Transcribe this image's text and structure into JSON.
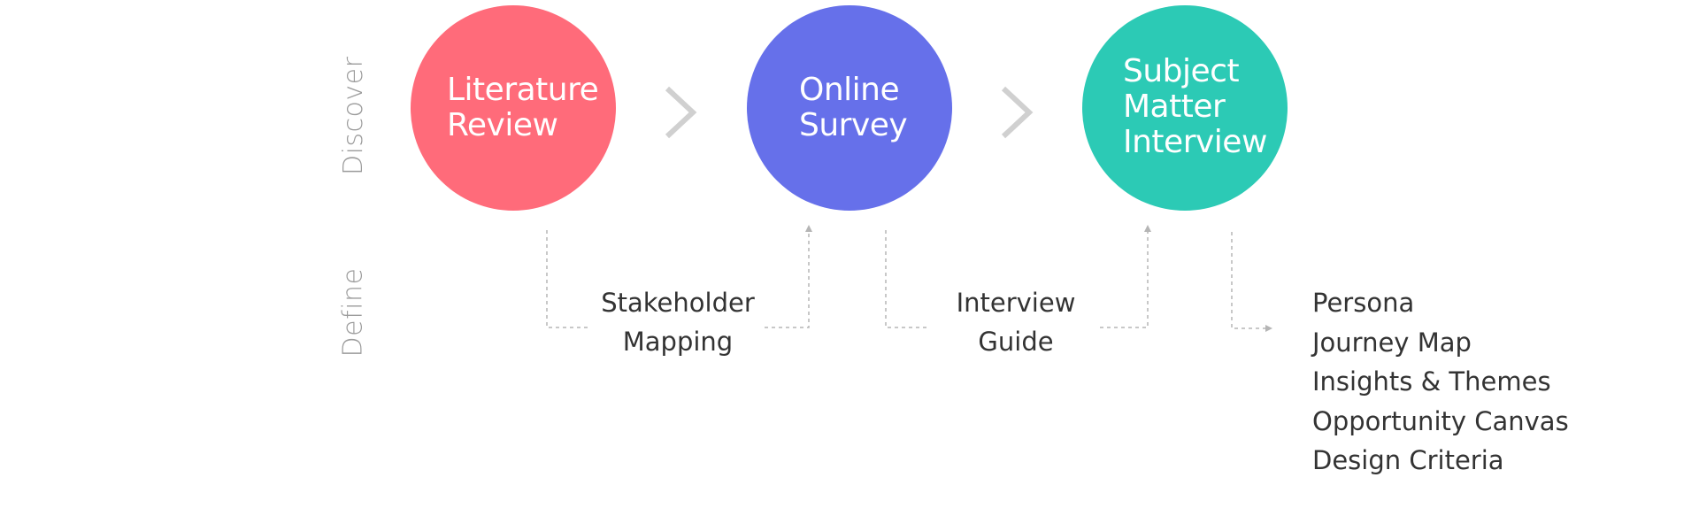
{
  "phases": {
    "discover": "Discover",
    "define": "Define"
  },
  "discover_steps": [
    {
      "lines": [
        "Literature",
        "Review"
      ],
      "color": "#ff6b7a"
    },
    {
      "lines": [
        "Online",
        "Survey"
      ],
      "color": "#6670ea"
    },
    {
      "lines": [
        "Subject",
        "Matter",
        "Interview"
      ],
      "color": "#2ccab5"
    }
  ],
  "define_steps": [
    {
      "lines": [
        "Stakeholder",
        "Mapping"
      ]
    },
    {
      "lines": [
        "Interview",
        "Guide"
      ]
    }
  ],
  "outputs": [
    "Persona",
    "Journey Map",
    "Insights & Themes",
    "Opportunity Canvas",
    "Design Criteria"
  ],
  "colors": {
    "chevron": "#d0d0d0",
    "connector": "#b5b5b5",
    "phase_label": "#9b9b9b",
    "text": "#333333"
  }
}
